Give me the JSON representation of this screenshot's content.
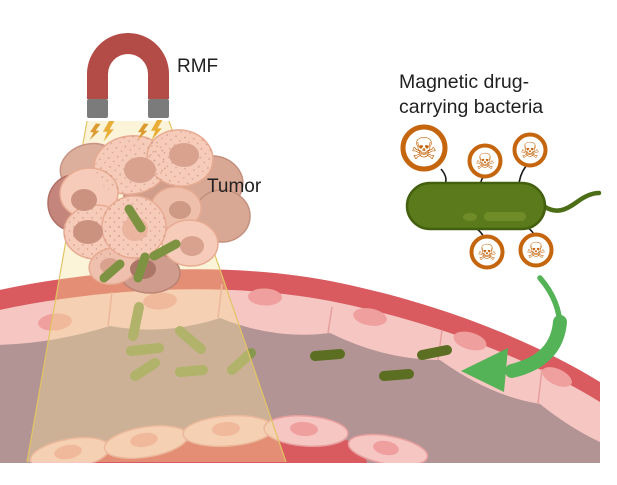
{
  "figure": {
    "labels": {
      "rmf": "RMF",
      "tumor": "Tumor",
      "bacteria": "Magnetic drug-\ncarrying bacteria"
    }
  },
  "icons": {
    "skull_glyph": "☠",
    "magnet": "horseshoe-magnet-icon",
    "lightning": "lightning-bolt-icon",
    "drug": "skull-crossbones-drug-icon",
    "arrow": "curved-arrow-icon"
  },
  "colors": {
    "magnet_red": "#b34b47",
    "magnet_tip_gray": "#7b7b7b",
    "lightning_orange": "#dd9a30",
    "lightning_yellow": "#e9ae38",
    "beam_edge": "#e2c463",
    "bacterium_green": "#5a7a1c",
    "flagellum_green": "#4c6e17",
    "drug_ring_orange": "#c5660e",
    "arrow_green": "#54b257",
    "vessel_wall_red": "#d95b60",
    "endothelium_pink": "#f6c6c3",
    "cell_nucleus_pink": "#efa09e",
    "lumen_mauve": "#b39495",
    "tumor_cell_pink": "#f6cbba",
    "tumor_nucleus": "#d8a28e",
    "rod_olive": "#87974d",
    "rod_dark_olive": "#5b6e22",
    "text": "#212121"
  }
}
